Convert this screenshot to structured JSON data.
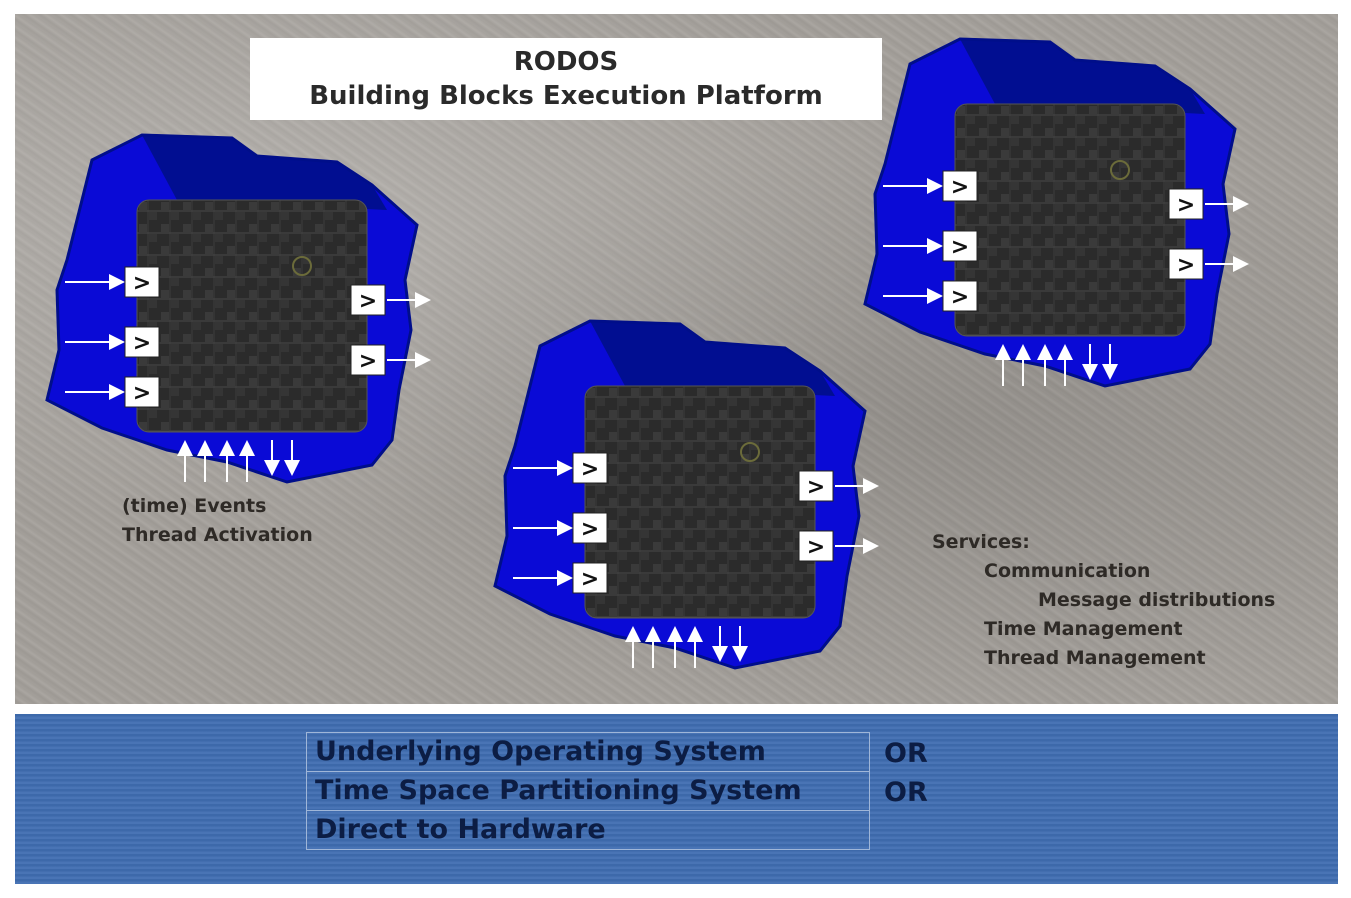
{
  "title": {
    "line1": "RODOS",
    "line2": "Building Blocks Execution Platform"
  },
  "events_caption": {
    "line1": "(time) Events",
    "line2": "Thread Activation"
  },
  "services": {
    "heading": "Services:",
    "communication": "Communication",
    "message_distributions": "Message distributions",
    "time_management": "Time Management",
    "thread_management": "Thread Management"
  },
  "building_blocks": [
    {
      "input_ports": [
        ">",
        ">",
        ">"
      ],
      "output_ports": [
        ">",
        ">"
      ]
    },
    {
      "input_ports": [
        ">",
        ">",
        ">"
      ],
      "output_ports": [
        ">",
        ">"
      ]
    },
    {
      "input_ports": [
        ">",
        ">",
        ">"
      ],
      "output_ports": [
        ">",
        ">"
      ]
    }
  ],
  "execution_layer": {
    "rows": [
      {
        "label": "Underlying Operating System",
        "suffix": "OR"
      },
      {
        "label": "Time Space Partitioning System",
        "suffix": "OR"
      },
      {
        "label": " Direct to Hardware",
        "suffix": ""
      }
    ]
  },
  "colors": {
    "blob_blue": "#0a0ad6",
    "blob_dark": "#000e8a",
    "panel_blue": "#3f6db1",
    "chip_dark": "#2a2a2a"
  }
}
